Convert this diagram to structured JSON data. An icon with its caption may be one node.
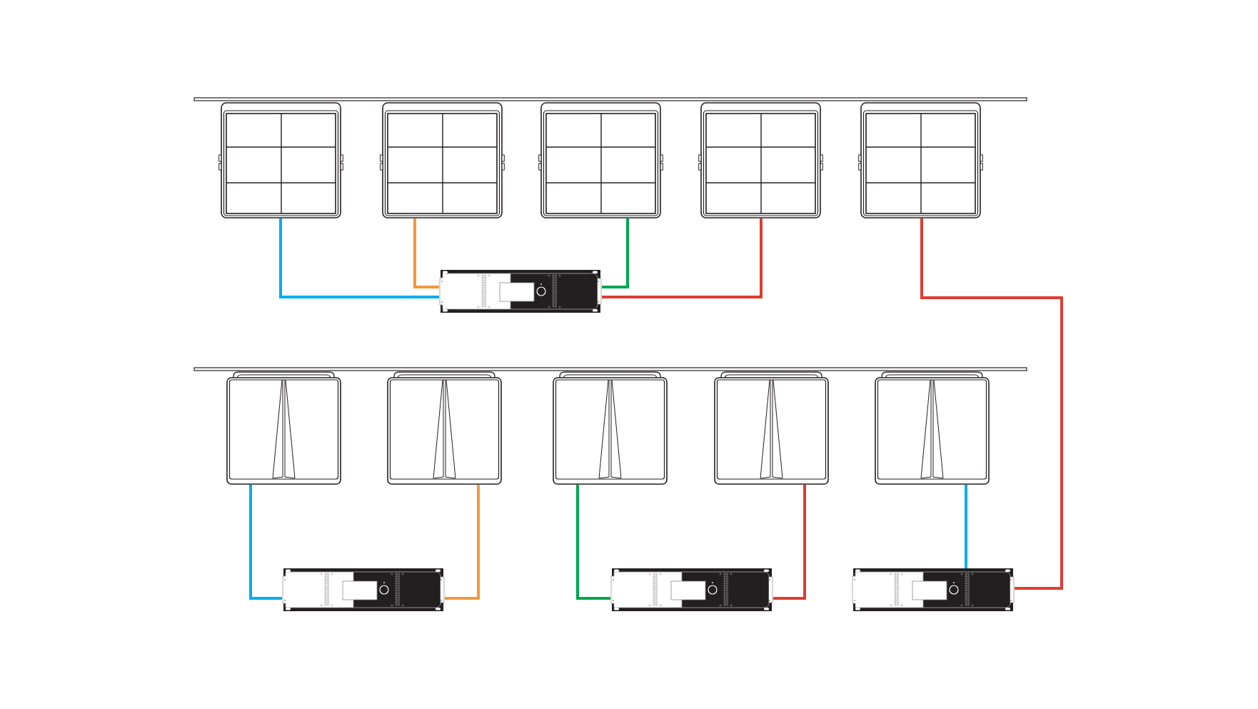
{
  "diagram": {
    "nodes": [
      {
        "text": [],
        "shape": "picture"
      },
      {
        "text": [],
        "shape": "picture"
      },
      {
        "text": [],
        "shape": "picture"
      },
      {
        "text": [],
        "shape": "picture"
      },
      {
        "text": [],
        "shape": "picture"
      },
      {
        "text": [],
        "shape": "picture"
      },
      {
        "text": [],
        "shape": "picture"
      },
      {
        "text": [],
        "shape": "picture"
      },
      {
        "text": [],
        "shape": "picture"
      },
      {
        "text": [],
        "shape": "picture"
      },
      {
        "text": [],
        "shape": "picture"
      },
      {
        "text": [],
        "shape": "picture"
      },
      {
        "text": [],
        "shape": "picture"
      },
      {
        "text": [],
        "shape": "picture"
      }
    ],
    "edges": [
      {
        "from": 0,
        "to": 5,
        "arrow": "none",
        "color": "#00aeef"
      },
      {
        "from": 1,
        "to": 5,
        "arrow": "none",
        "color": "#f0993a"
      },
      {
        "from": 2,
        "to": 5,
        "arrow": "none",
        "color": "#00a651"
      },
      {
        "from": 3,
        "to": 5,
        "arrow": "none",
        "color": "#e03c31"
      },
      {
        "from": 4,
        "to": 13,
        "arrow": "none",
        "color": "#e03c31"
      },
      {
        "from": 6,
        "to": 11,
        "arrow": "none",
        "color": "#00aeef"
      },
      {
        "from": 7,
        "to": 11,
        "arrow": "none",
        "color": "#f0993a"
      },
      {
        "from": 8,
        "to": 12,
        "arrow": "none",
        "color": "#00a651"
      },
      {
        "from": 9,
        "to": 12,
        "arrow": "none",
        "color": "#e03c31"
      },
      {
        "from": 10,
        "to": 13,
        "arrow": "none",
        "color": "#00aeef"
      }
    ]
  }
}
